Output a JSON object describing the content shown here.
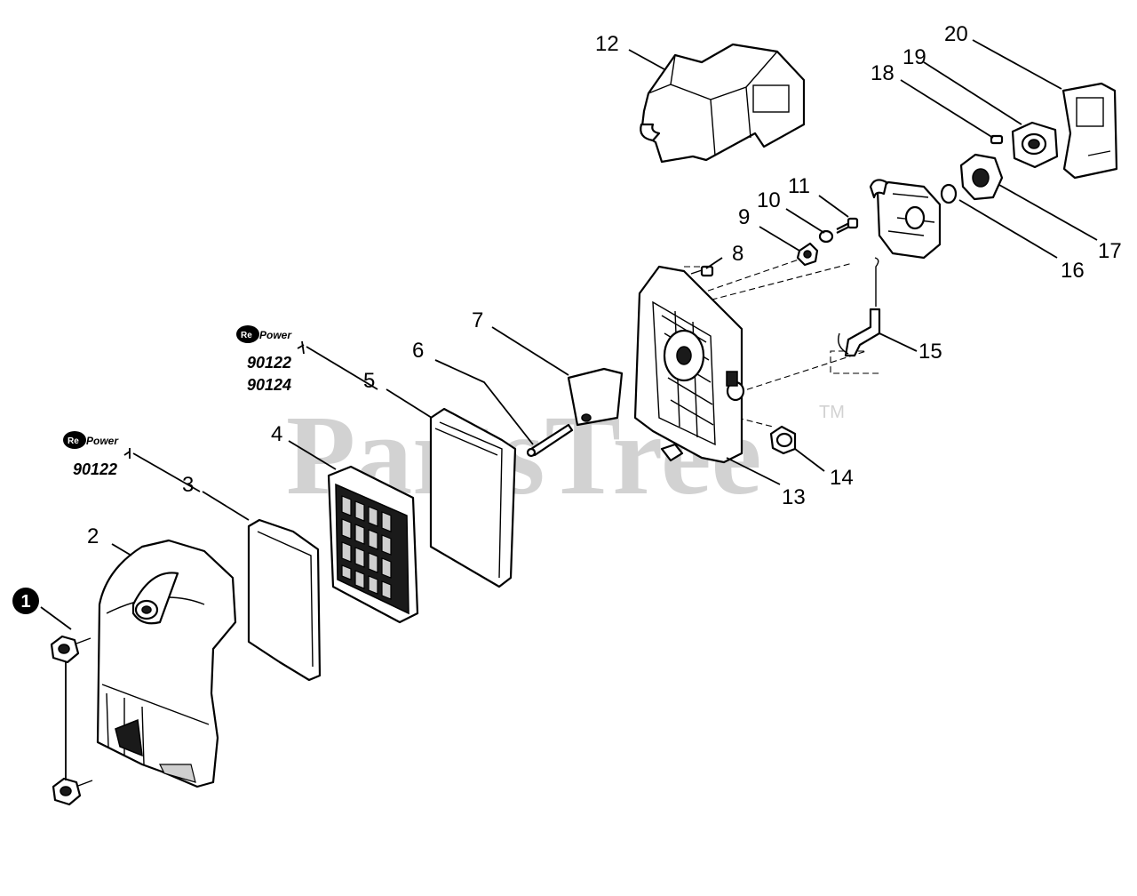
{
  "watermark": {
    "text": "PartsTree",
    "trademark": "TM"
  },
  "callouts": {
    "c1": "1",
    "c2": "2",
    "c3": "3",
    "c4": "4",
    "c5": "5",
    "c6": "6",
    "c7": "7",
    "c8": "8",
    "c9": "9",
    "c10": "10",
    "c11": "11",
    "c12": "12",
    "c13": "13",
    "c14": "14",
    "c15": "15",
    "c16": "16",
    "c17": "17",
    "c18": "18",
    "c19": "19",
    "c20": "20"
  },
  "repower": {
    "logo_re": "Re",
    "logo_power": "Power",
    "part3_ref": "90122",
    "part5_refs": [
      "90122",
      "90124"
    ]
  }
}
